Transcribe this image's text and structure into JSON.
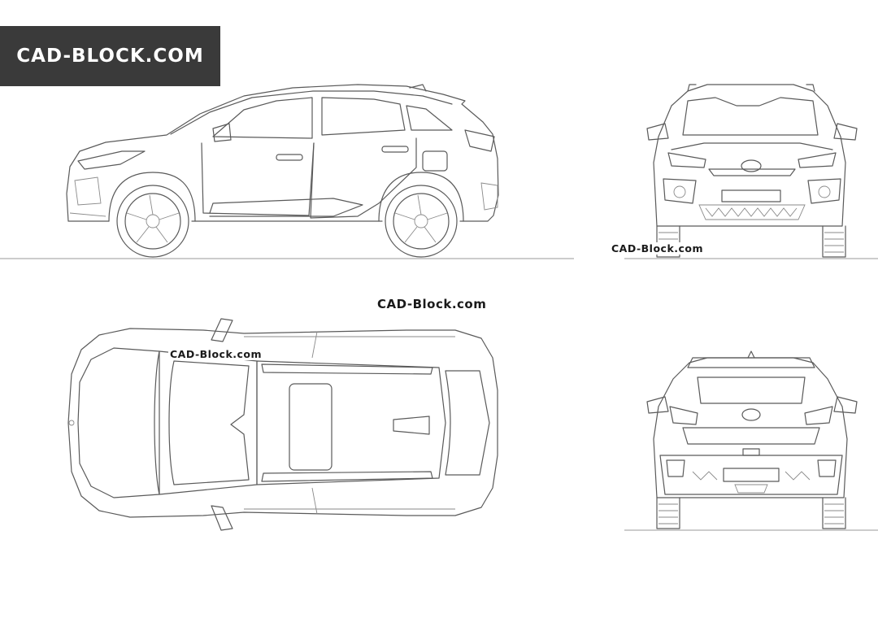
{
  "header": {
    "brand_logo_text": "CAD-Block.com"
  },
  "watermarks": {
    "center_label": "CAD-Block.com",
    "front_view_label": "CAD-Block.com",
    "top_view_label": "CAD-Block.com"
  },
  "colors": {
    "logo_background": "#3a3a3a",
    "logo_text": "#ffffff",
    "line_art": "#5a5a5a",
    "background": "#ffffff"
  },
  "views": [
    "side-view",
    "front-view",
    "top-view",
    "rear-view"
  ]
}
